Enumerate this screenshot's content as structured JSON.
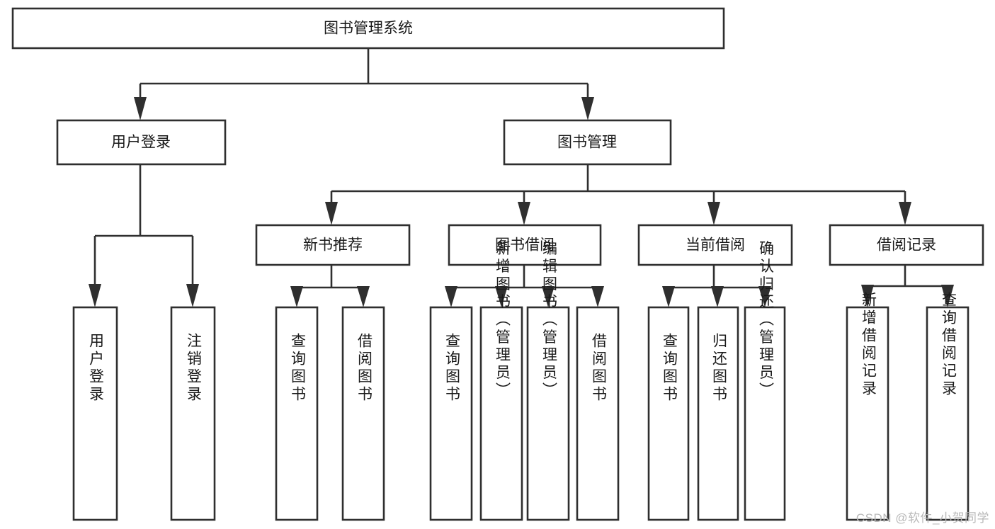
{
  "diagram": {
    "title": "图书管理系统",
    "type": "hierarchy-tree",
    "accent_color": "#2f2f2f",
    "background_color": "#ffffff",
    "levels": [
      {
        "level": 1,
        "nodes": [
          {
            "id": "root",
            "label": "图书管理系统",
            "orientation": "horizontal"
          }
        ]
      },
      {
        "level": 2,
        "nodes": [
          {
            "id": "user-login",
            "label": "用户登录",
            "orientation": "horizontal",
            "parent": "root"
          },
          {
            "id": "book-manage",
            "label": "图书管理",
            "orientation": "horizontal",
            "parent": "root"
          }
        ]
      },
      {
        "level": 3,
        "nodes": [
          {
            "id": "new-book-recommend",
            "label": "新书推荐",
            "orientation": "horizontal",
            "parent": "book-manage"
          },
          {
            "id": "book-borrow",
            "label": "图书借阅",
            "orientation": "horizontal",
            "parent": "book-manage"
          },
          {
            "id": "current-borrow",
            "label": "当前借阅",
            "orientation": "horizontal",
            "parent": "book-manage"
          },
          {
            "id": "borrow-record",
            "label": "借阅记录",
            "orientation": "horizontal",
            "parent": "book-manage"
          }
        ]
      },
      {
        "level": 4,
        "nodes": [
          {
            "id": "leaf-user-login",
            "label": "用户登录",
            "orientation": "vertical",
            "parent": "user-login"
          },
          {
            "id": "leaf-logout-login",
            "label": "注销登录",
            "orientation": "vertical",
            "parent": "user-login"
          },
          {
            "id": "leaf-query-book-a",
            "label": "查询图书",
            "orientation": "vertical",
            "parent": "new-book-recommend"
          },
          {
            "id": "leaf-borrow-book-a",
            "label": "借阅图书",
            "orientation": "vertical",
            "parent": "new-book-recommend"
          },
          {
            "id": "leaf-query-book-b",
            "label": "查询图书",
            "orientation": "vertical",
            "parent": "book-borrow"
          },
          {
            "id": "leaf-add-book",
            "label": "新增图书（管理员）",
            "orientation": "vertical",
            "parent": "book-borrow"
          },
          {
            "id": "leaf-edit-book",
            "label": "编辑图书（管理员）",
            "orientation": "vertical",
            "parent": "book-borrow"
          },
          {
            "id": "leaf-borrow-book-b",
            "label": "借阅图书",
            "orientation": "vertical",
            "parent": "book-borrow"
          },
          {
            "id": "leaf-query-book-c",
            "label": "查询图书",
            "orientation": "vertical",
            "parent": "current-borrow"
          },
          {
            "id": "leaf-return-book",
            "label": "归还图书",
            "orientation": "vertical",
            "parent": "current-borrow"
          },
          {
            "id": "leaf-confirm-return",
            "label": "确认归还（管理员）",
            "orientation": "vertical",
            "parent": "current-borrow"
          },
          {
            "id": "leaf-add-record",
            "label": "新增借阅记录",
            "orientation": "vertical",
            "parent": "borrow-record"
          },
          {
            "id": "leaf-query-record",
            "label": "查询借阅记录",
            "orientation": "vertical",
            "parent": "borrow-record"
          }
        ]
      }
    ]
  },
  "watermark": {
    "text": "CSDN @软件_小贺同学"
  }
}
